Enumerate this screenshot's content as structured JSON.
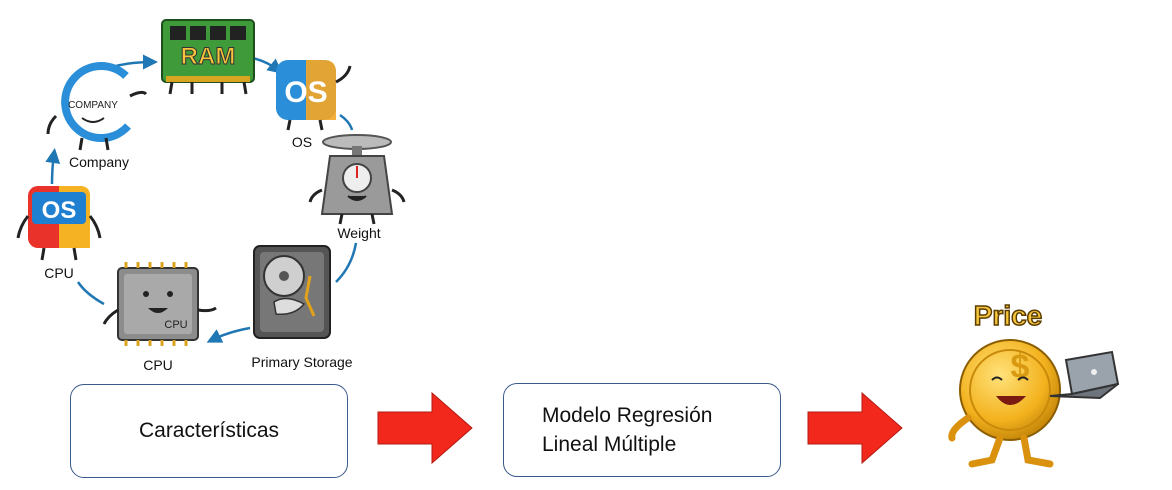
{
  "diagram": {
    "cycle_nodes": [
      {
        "id": "ram",
        "label": "",
        "badge": "RAM",
        "icon": "ram-module-icon"
      },
      {
        "id": "os-right",
        "label": "OS",
        "badge": "OS",
        "icon": "os-logo-icon"
      },
      {
        "id": "weight",
        "label": "Weight",
        "icon": "weighing-scale-icon"
      },
      {
        "id": "storage",
        "label": "Primary Storage",
        "icon": "hard-drive-icon"
      },
      {
        "id": "cpu-chip",
        "label": "CPU",
        "badge": "CPU",
        "icon": "cpu-chip-icon"
      },
      {
        "id": "os-left",
        "label": "CPU",
        "badge": "OS",
        "icon": "os-logo-icon"
      },
      {
        "id": "company",
        "label": "Company",
        "badge": "COMPANY",
        "icon": "company-logo-icon"
      }
    ],
    "pipeline": {
      "features_label": "Características",
      "model_label_line1": "Modelo Regresión",
      "model_label_line2": "Lineal Múltiple",
      "output_badge": "Price",
      "output_icon": "coin-mascot-icon"
    },
    "colors": {
      "cycle_arrow": "#1f77b4",
      "flow_arrow": "#f2281c",
      "box_border": "#3a5a8c",
      "coin": "#f3b21e"
    }
  }
}
